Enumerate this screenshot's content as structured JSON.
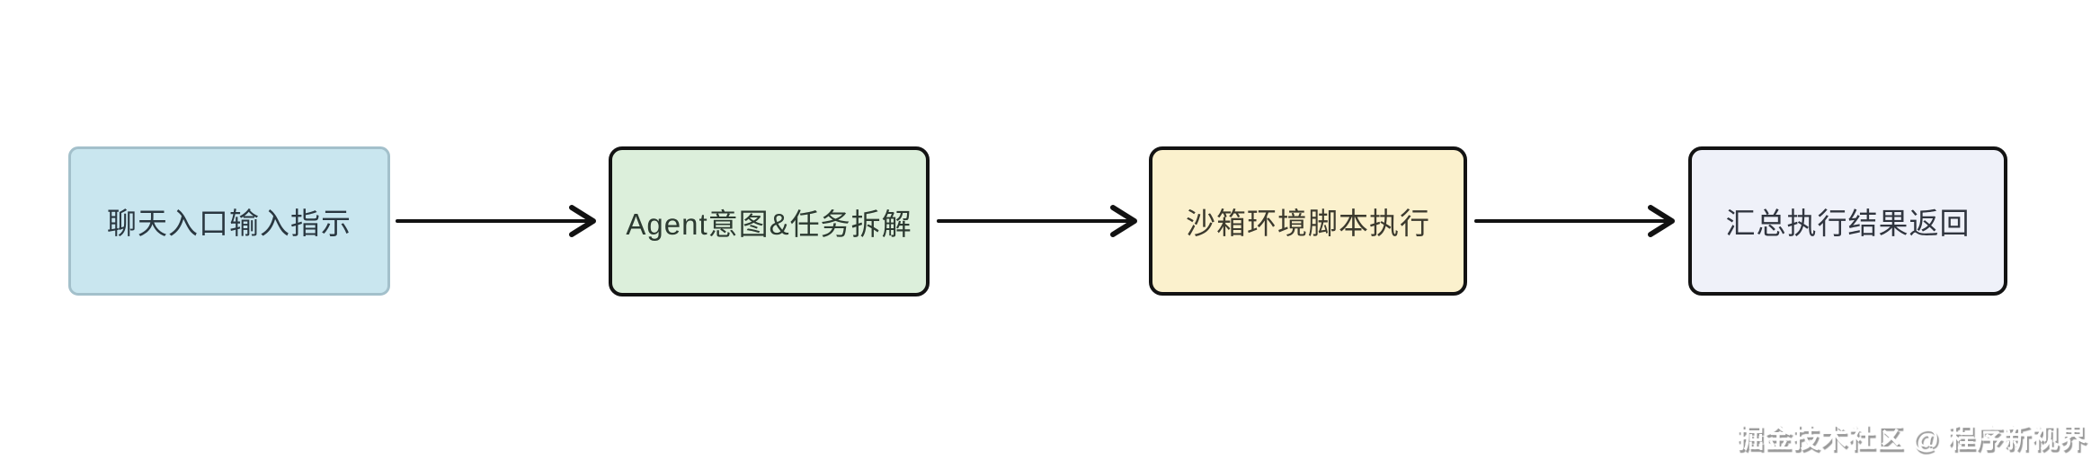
{
  "diagram": {
    "type": "flowchart",
    "direction": "left-to-right",
    "background_color": "#ffffff",
    "nodes": [
      {
        "id": "node-1",
        "label": "聊天入口输入指示",
        "fill": "#c9e6ef",
        "border_color": "#a3c0cb",
        "text_color": "#2a3740"
      },
      {
        "id": "node-2",
        "label": "Agent意图&任务拆解",
        "fill": "#dcefdb",
        "border_color": "#131313",
        "text_color": "#2c3a31"
      },
      {
        "id": "node-3",
        "label": "沙箱环境脚本执行",
        "fill": "#fbf1cd",
        "border_color": "#131313",
        "text_color": "#3c3a2e"
      },
      {
        "id": "node-4",
        "label": "汇总执行结果返回",
        "fill": "#eff1f9",
        "border_color": "#131313",
        "text_color": "#30353f"
      }
    ],
    "connectors": [
      {
        "from": "聊天入口输入指示",
        "to": "Agent意图&任务拆解",
        "style": "straight-arrow-right",
        "color": "#121212"
      },
      {
        "from": "Agent意图&任务拆解",
        "to": "沙箱环境脚本执行",
        "style": "straight-arrow-right",
        "color": "#121212"
      },
      {
        "from": "沙箱环境脚本执行",
        "to": "汇总执行结果返回",
        "style": "straight-arrow-right",
        "color": "#121212"
      }
    ],
    "watermark": {
      "text": "掘金技术社区 @ 程序新视界",
      "color": "#ffffff",
      "shadow_color": "#999999"
    }
  }
}
